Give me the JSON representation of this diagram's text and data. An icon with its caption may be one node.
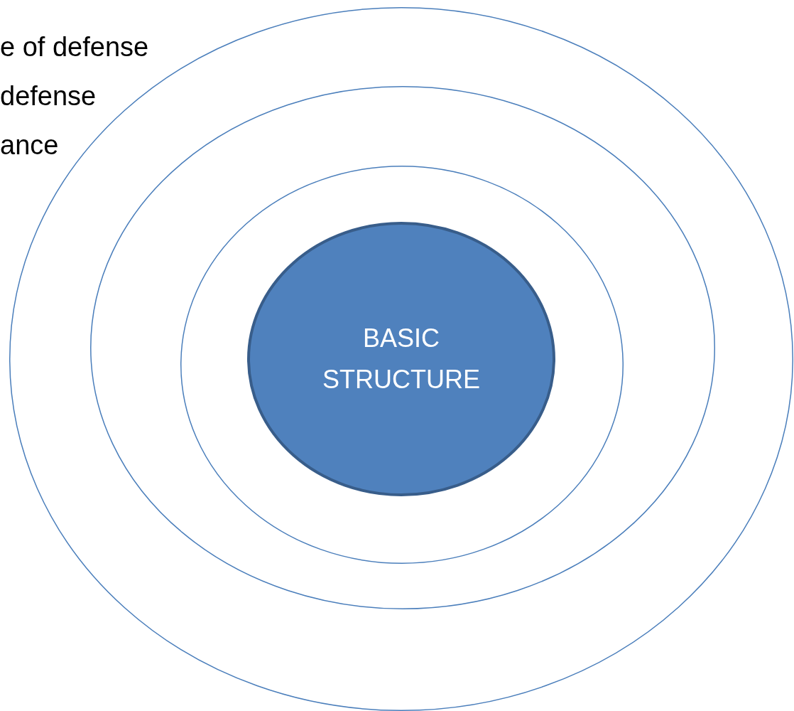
{
  "diagram": {
    "nodes": [
      {
        "text": [],
        "shape": "circle"
      },
      {
        "text": [],
        "shape": "circle",
        "in": 0
      },
      {
        "text": [],
        "shape": "circle",
        "in": 1
      },
      {
        "text": [
          "BASIC STRUCTURE"
        ],
        "in": 2
      }
    ],
    "edges": [],
    "labels": [
      "e of defense",
      "defense",
      "ance"
    ]
  }
}
